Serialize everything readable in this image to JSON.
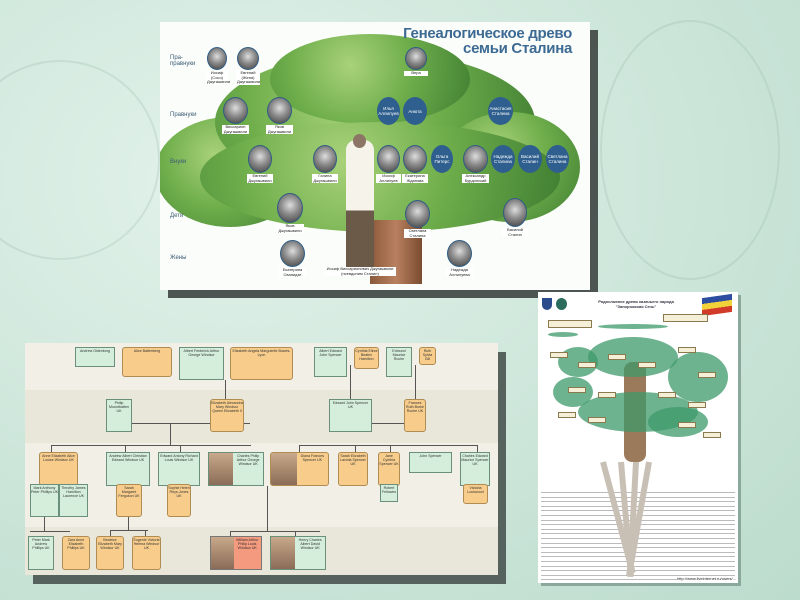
{
  "stalin_tree": {
    "title_line1": "Генеалогическое древо",
    "title_line2": "семьи Сталина",
    "generations": [
      "Пра-правнуки",
      "Правнуки",
      "Внуки",
      "Дети",
      "Жены"
    ],
    "people": [
      "Иосиф (Сосо) Джугашвили",
      "Евгений (Женя) Джугашвили",
      "Виссарион Джугашвили",
      "Яков Джугашвили",
      "Вера",
      "Илья Аллилуев",
      "Анюта",
      "Анастасия Сталина",
      "Евгений Джугашвили",
      "Галина Джугашвили",
      "Иосиф Аллилуев",
      "Екатерина Жданова",
      "Ольга Питерс",
      "Александр Бурдонский",
      "Надежда Сталина",
      "Василий Сталин",
      "Светлана Сталина",
      "Яков Джугашвили",
      "Светлана Сталина",
      "Василий Сталин",
      "Екатерина Сванидзе",
      "Надежда Аллилуева"
    ],
    "root_label": "Иосиф Виссарионович Джугашвили (псевдоним Сталин)"
  },
  "royal_tree": {
    "people": [
      "Andrew Oldenburg",
      "Alice Battenberg",
      "Albert Frederick Arthur George Windsor",
      "Elizabeth Angela Marguerite Bowes-Lyon",
      "Albert Edward John Spencer",
      "Cynthia Elinor Beatrix Hamilton",
      "Edmund Maurice Roche",
      "Ruth Sylvia Gill",
      "Philip Mountbatten UK",
      "Elizabeth Alexandra Mary Windsor Queen Elizabeth II",
      "Edward John Spencer UK",
      "Frances Ruth Burke Roche UK",
      "Anne Elizabeth Alice Louise Windsor UK",
      "Andrew Albert Christian Edward Windsor UK",
      "Edward Antony Richard Louis Windsor UK",
      "Charles Philip Arthur George Windsor UK",
      "Diana Frances Spencer UK",
      "Sarah Elizabeth Lavinia Spencer UK",
      "Jane Cynthia Spencer UK",
      "John Spencer",
      "Charles Edward Maurice Spencer UK",
      "Mark Anthony Peter Phillips UK",
      "Timothy James Hamilton Laurence UK",
      "Sarah Margaret Ferguson UK",
      "Sophie Helen Rhys-Jones UK",
      "Robert Fellowes",
      "Victoria Lockwood",
      "Peter Mark Andrew Phillips UK",
      "Zara Anne Elizabeth Phillips UK",
      "Beatrice Elizabeth Mary Windsor UK",
      "Eugenie Victoria Helena Windsor UK",
      "William Arthur Philip Louis Windsor UK",
      "Henry Charles Albert David Windsor UK"
    ]
  },
  "cossack_tree": {
    "header": "Родословное древо казачьего народа",
    "subheader": "\"Запорожская Сечь\"",
    "url": "http://www.liveinternet.ru/users/..."
  }
}
